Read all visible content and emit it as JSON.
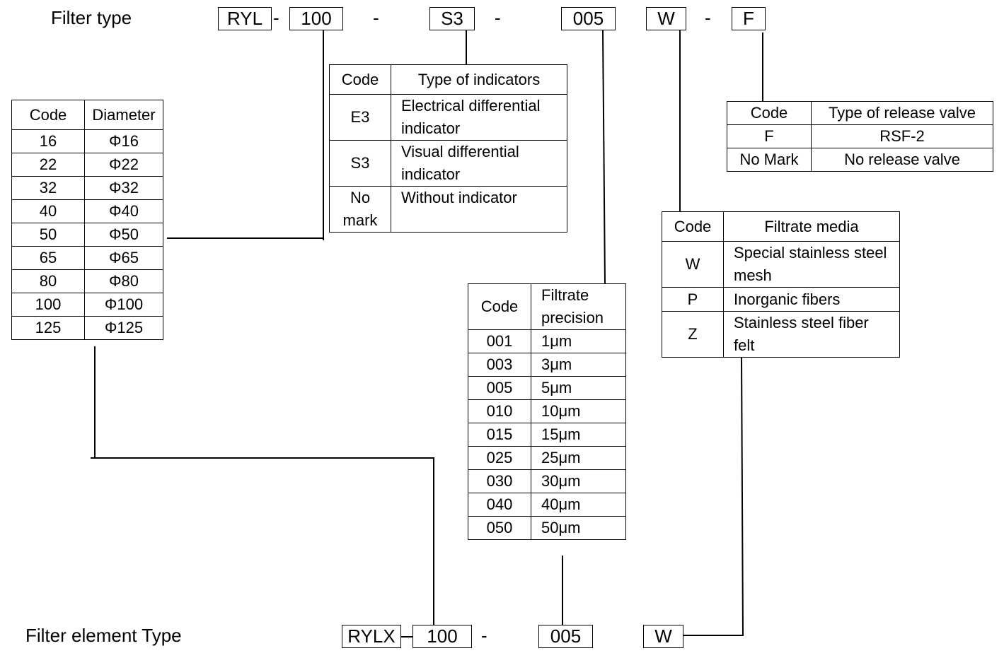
{
  "filter_type": {
    "label": "Filter type",
    "codes": [
      "RYL",
      "100",
      "S3",
      "005",
      "W",
      "F"
    ],
    "separators": [
      "-",
      "-",
      "-",
      "-"
    ]
  },
  "filter_element": {
    "label": "Filter element Type",
    "codes": [
      "RYLX",
      "100",
      "005",
      "W"
    ],
    "separators": [
      "-"
    ]
  },
  "diameter_table": {
    "headers": [
      "Code",
      "Diameter"
    ],
    "rows": [
      [
        "16",
        "Φ16"
      ],
      [
        "22",
        "Φ22"
      ],
      [
        "32",
        "Φ32"
      ],
      [
        "40",
        "Φ40"
      ],
      [
        "50",
        "Φ50"
      ],
      [
        "65",
        "Φ65"
      ],
      [
        "80",
        "Φ80"
      ],
      [
        "100",
        "Φ100"
      ],
      [
        "125",
        "Φ125"
      ]
    ]
  },
  "indicator_table": {
    "headers": [
      "Code",
      "Type of indicators"
    ],
    "rows": [
      [
        "E3",
        "Electrical differential indicator"
      ],
      [
        "S3",
        "Visual differential indicator"
      ],
      [
        "No mark",
        "Without indicator"
      ]
    ]
  },
  "precision_table": {
    "headers": [
      "Code",
      "Filtrate precision"
    ],
    "rows": [
      [
        "001",
        "1μm"
      ],
      [
        "003",
        "3μm"
      ],
      [
        "005",
        "5μm"
      ],
      [
        "010",
        "10μm"
      ],
      [
        "015",
        "15μm"
      ],
      [
        "025",
        "25μm"
      ],
      [
        "030",
        "30μm"
      ],
      [
        "040",
        "40μm"
      ],
      [
        "050",
        "50μm"
      ]
    ]
  },
  "media_table": {
    "headers": [
      "Code",
      "Filtrate media"
    ],
    "rows": [
      [
        "W",
        "Special stainless steel mesh"
      ],
      [
        "P",
        "Inorganic fibers"
      ],
      [
        "Z",
        "Stainless steel fiber felt"
      ]
    ]
  },
  "valve_table": {
    "headers": [
      "Code",
      "Type of release valve"
    ],
    "rows": [
      [
        "F",
        "RSF-2"
      ],
      [
        "No Mark",
        "No release valve"
      ]
    ]
  }
}
